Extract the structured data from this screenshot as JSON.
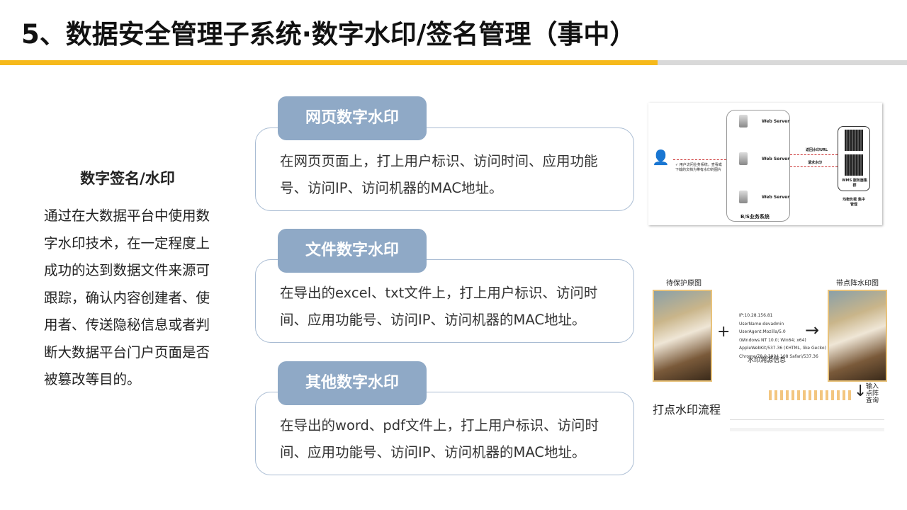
{
  "title": "5、数据安全管理子系统·数字水印/签名管理（事中）",
  "left": {
    "heading": "数字签名/水印",
    "paragraph": "通过在大数据平台中使用数字水印技术，在一定程度上成功的达到数据文件来源可跟踪，确认内容创建者、使用者、传送隐秘信息或者判断大数据平台门户页面是否被篡改等目的。"
  },
  "cards": [
    {
      "tab": "网页数字水印",
      "text": "在网页页面上，打上用户标识、访问时间、应用功能号、访问IP、访问机器的MAC地址。"
    },
    {
      "tab": "文件数字水印",
      "text": "在导出的excel、txt文件上，打上用户标识、访问时间、应用功能号、访问IP、访问机器的MAC地址。"
    },
    {
      "tab": "其他数字水印",
      "text": "在导出的word、pdf文件上，打上用户标识、访问时间、应用功能号、访问IP、访问机器的MAC地址。"
    }
  ],
  "diagram": {
    "server": "Web Server",
    "bs": "B/S业务系统",
    "user_note": "✓ 用户访问业务系统，查看或下载的文档为带有水印的图片",
    "return_url": "返回水印URL",
    "request": "请求水印",
    "wms": "WMS 服务器集群",
    "balance": "均衡负载 集中管理"
  },
  "flow": {
    "original": "待保护原图",
    "watermarked": "带点阵水印图",
    "plus": "+",
    "arrow": "→",
    "info_lines": [
      "IP:10.28.156.81",
      "UserName:devadmin",
      "UserAgent:Mozilla/5.0",
      "(Windows NT 10.0; Win64; x64)",
      "AppleWebKit/537.36 (KHTML, like Gecko)",
      "Chrome/78.0.3904.108 Safari/537.36"
    ],
    "info_label": "水印溯源信息",
    "query": "输入点阵查询",
    "down": "↓",
    "caption": "打点水印流程"
  },
  "colors": {
    "accent": "#f6b91b",
    "tab": "#8fa9c6",
    "border": "#a9bcd3"
  }
}
